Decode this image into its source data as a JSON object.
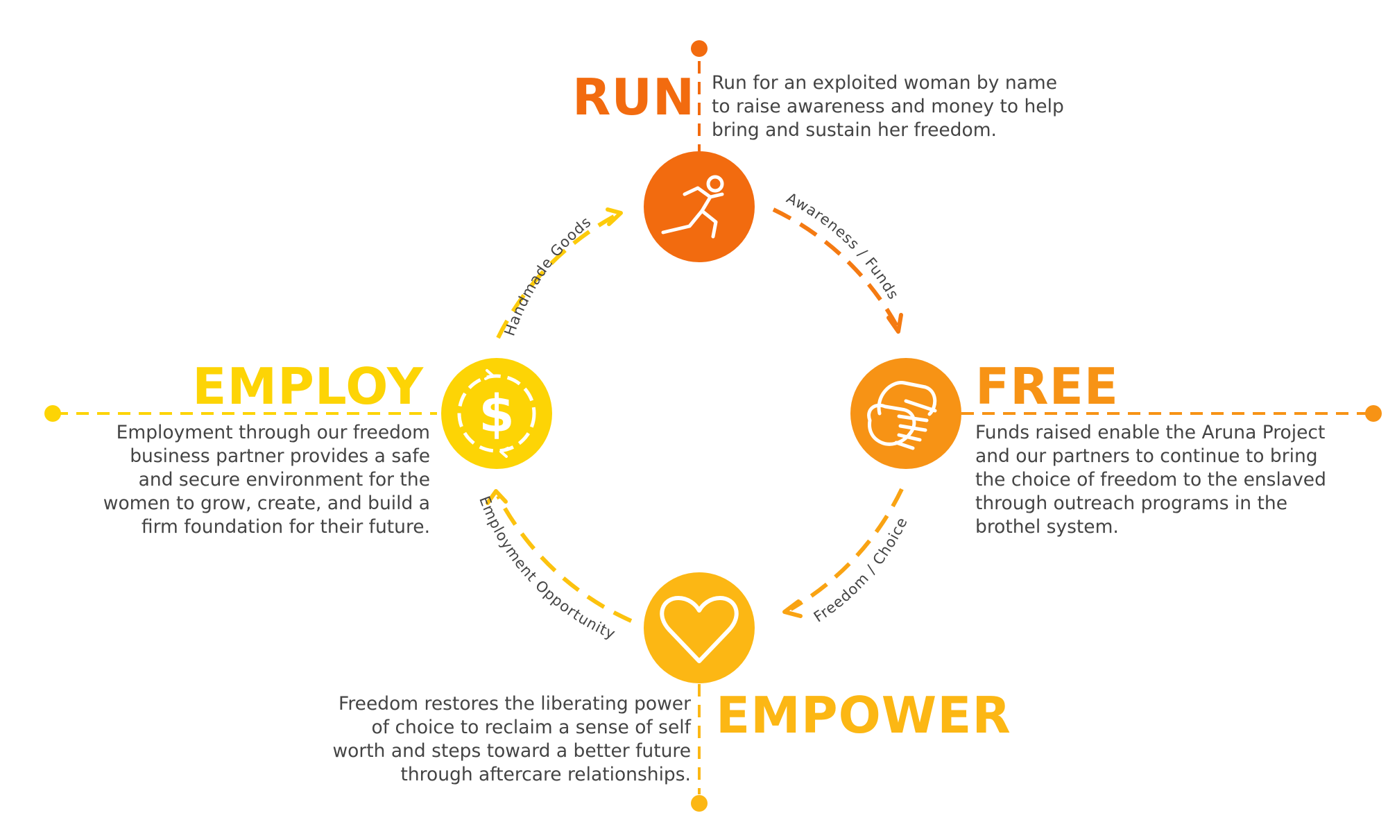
{
  "colors": {
    "run": "#F26B0F",
    "free": "#F79315",
    "empower": "#FCB714",
    "employ": "#FDD405",
    "text": "#444444",
    "white": "#FFFFFF"
  },
  "stages": {
    "run": {
      "title": "RUN",
      "icon": "runner-icon",
      "lines": [
        "Run for an exploited woman by name",
        "to raise awareness and money to help",
        "bring and sustain her freedom."
      ]
    },
    "free": {
      "title": "FREE",
      "icon": "clasped-hands-icon",
      "lines": [
        "Funds raised enable the Aruna Project",
        "and our partners to continue to bring",
        "the choice of freedom to the enslaved",
        "through outreach programs in the",
        "brothel system."
      ]
    },
    "empower": {
      "title": "EMPOWER",
      "icon": "heart-icon",
      "lines": [
        "Freedom restores the liberating power",
        "of choice to reclaim a sense of self",
        "worth and steps toward a better future",
        "through aftercare relationships."
      ]
    },
    "employ": {
      "title": "EMPLOY",
      "icon": "dollar-cycle-icon",
      "lines": [
        "Employment through our freedom",
        "business partner provides a safe",
        "and secure environment for the",
        "women to grow, create, and build a",
        "firm foundation for their future."
      ]
    }
  },
  "arrows": {
    "run_to_free": "Awareness / Funds",
    "free_to_empower": "Freedom / Choice",
    "empower_to_employ": "Employment Opportunity",
    "employ_to_run": "Handmade Goods"
  }
}
